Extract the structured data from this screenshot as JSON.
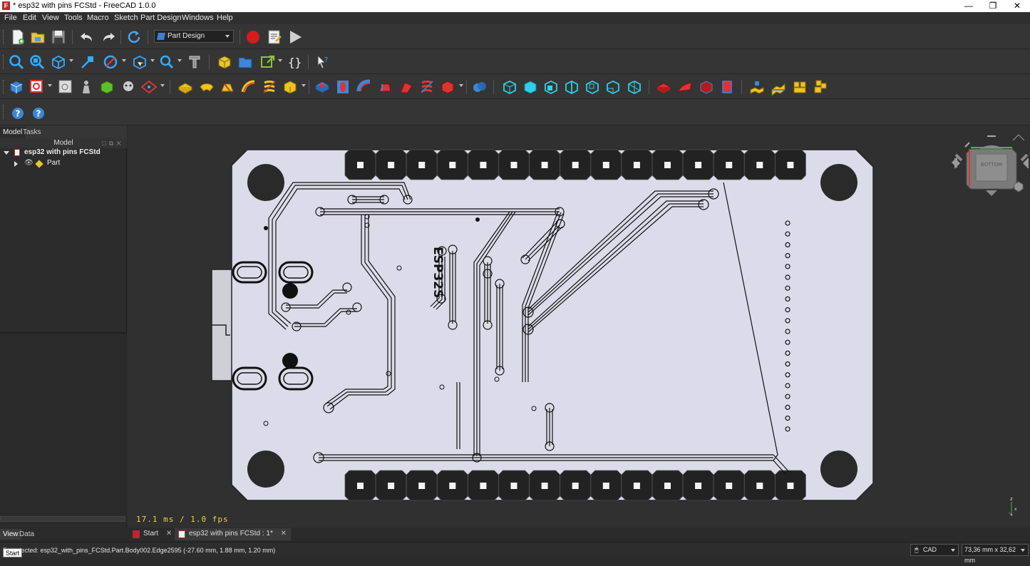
{
  "window": {
    "title": "* esp32 with pins FCStd - FreeCAD 1.0.0",
    "app_icon": "F"
  },
  "menus": [
    "File",
    "Edit",
    "View",
    "Tools",
    "Macro",
    "Sketch",
    "Part Design",
    "Windows",
    "Help"
  ],
  "workbench_selector": {
    "value": "Part Design"
  },
  "combo_view": {
    "tabs": [
      "Model",
      "Tasks"
    ],
    "tree_header": "Model",
    "tree": [
      {
        "label": "esp32 with pins FCStd",
        "bold": true
      },
      {
        "label": "Part",
        "bold": false
      }
    ]
  },
  "viewport": {
    "fps": "17.1 ms / 1.0 fps",
    "nav_cube_face": "BOTTOM",
    "pcb_label": "ESP32S",
    "colors": {
      "board": "#dcdbe9",
      "trace": "#111111",
      "header": "#222222",
      "background": "#303030"
    }
  },
  "bottom_tabs": [
    "View",
    "Data"
  ],
  "doc_tabs": [
    {
      "label": "Start",
      "close": "✕"
    },
    {
      "label": "esp32 with pins FCStd : 1*",
      "close": "✕"
    }
  ],
  "status": {
    "message": "Preselected: esp32_with_pins_FCStd.Part.Body002.Edge2595 (-27.60 mm, 1.88 mm, 1.20 mm)",
    "tooltip": "Start",
    "nav_style": "CAD",
    "dimensions": "73,36 mm x 32,62 mm"
  }
}
